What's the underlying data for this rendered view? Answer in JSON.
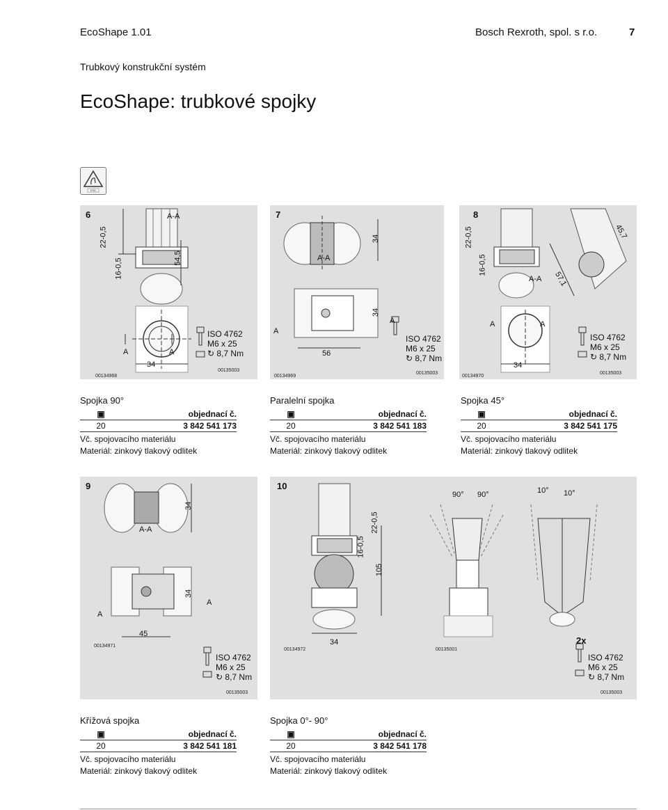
{
  "header": {
    "product": "EcoShape 1.01",
    "company": "Bosch Rexroth, spol. s r.o.",
    "page": "7"
  },
  "subtitle": "Trubkový konstrukční systém",
  "title": "EcoShape: trubkové spojky",
  "esd_label": "ESD",
  "panels": [
    {
      "num": "6",
      "code": "00134968",
      "code2": "00135003",
      "section": "A-A",
      "dims": [
        "22-0,5",
        "16-0,5",
        "54,5",
        "34"
      ],
      "cut": "A"
    },
    {
      "num": "7",
      "code": "00134969",
      "code2": "00135003",
      "section": "A-A",
      "dims": [
        "34",
        "56",
        "34"
      ],
      "cut": "A"
    },
    {
      "num": "8",
      "code": "00134970",
      "code2": "00135003",
      "section": "A-A",
      "dims": [
        "22-0,5",
        "16-0,5",
        "45,7",
        "57,1",
        "34"
      ],
      "cut": "A"
    },
    {
      "num": "9",
      "code": "00134971",
      "code2": "00135003",
      "section": "A-A",
      "dims": [
        "34",
        "34",
        "45"
      ],
      "cut": "A"
    },
    {
      "num": "10",
      "code": "00134972",
      "code2": "00135001",
      "code3": "00135003",
      "dims": [
        "22-0,5",
        "16-0,5",
        "105",
        "34"
      ],
      "angles": [
        "90°",
        "90°",
        "10°",
        "10°"
      ],
      "qty": "2x"
    }
  ],
  "screw": {
    "line1": "ISO 4762",
    "line2": "M6 x 25",
    "line3": "8,7 Nm"
  },
  "products": [
    {
      "name": "Spojka 90°",
      "qty": "20",
      "order_no": "3 842 541 173"
    },
    {
      "name": "Paralelní spojka",
      "qty": "20",
      "order_no": "3 842 541 183"
    },
    {
      "name": "Spojka 45°",
      "qty": "20",
      "order_no": "3 842 541 175"
    },
    {
      "name": "Křížová spojka",
      "qty": "20",
      "order_no": "3 842 541 181"
    },
    {
      "name": "Spojka 0°- 90°",
      "qty": "20",
      "order_no": "3 842 541 178"
    }
  ],
  "order_label": "objednací č.",
  "incl_label": "Vč. spojovacího materiálu",
  "material_label": "Materiál: zinkový tlakový odlitek"
}
